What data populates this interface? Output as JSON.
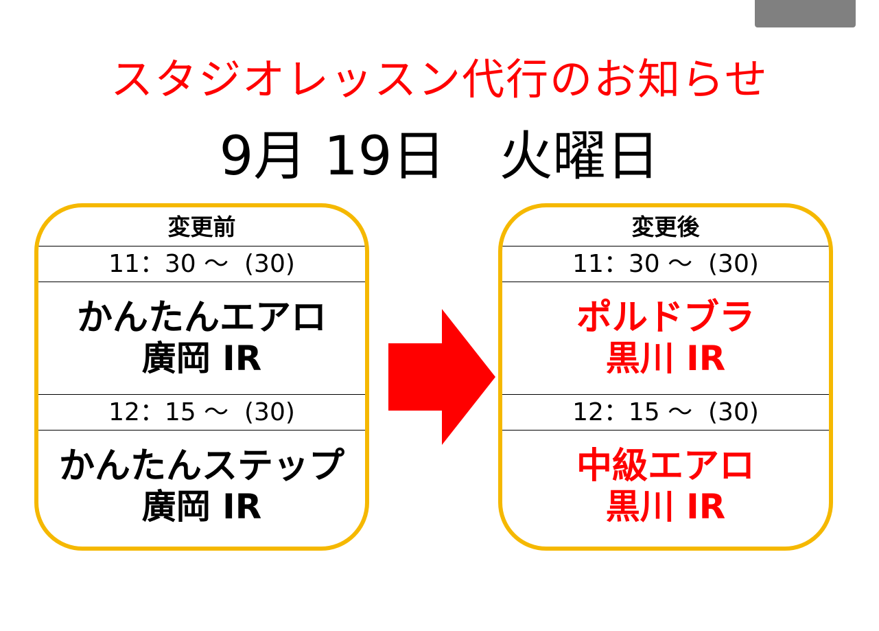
{
  "colors": {
    "accent_red": "#ff0000",
    "panel_border": "#f5b800",
    "tab_gray": "#808080",
    "text_black": "#000000"
  },
  "title": "スタジオレッスン代行のお知らせ",
  "date": "9月 19日　火曜日",
  "before": {
    "header": "変更前",
    "slots": [
      {
        "time": "11：30 ～  (30)",
        "name": "かんたんエアロ",
        "place": "廣岡 IR"
      },
      {
        "time": "12：15 ～  (30)",
        "name": "かんたんステップ",
        "place": "廣岡 IR"
      }
    ]
  },
  "after": {
    "header": "変更後",
    "slots": [
      {
        "time": "11：30 ～  (30)",
        "name": "ポルドブラ",
        "place": "黒川 IR"
      },
      {
        "time": "12：15 ～  (30)",
        "name": "中級エアロ",
        "place": "黒川 IR"
      }
    ]
  },
  "arrow_icon": "right-arrow-icon"
}
